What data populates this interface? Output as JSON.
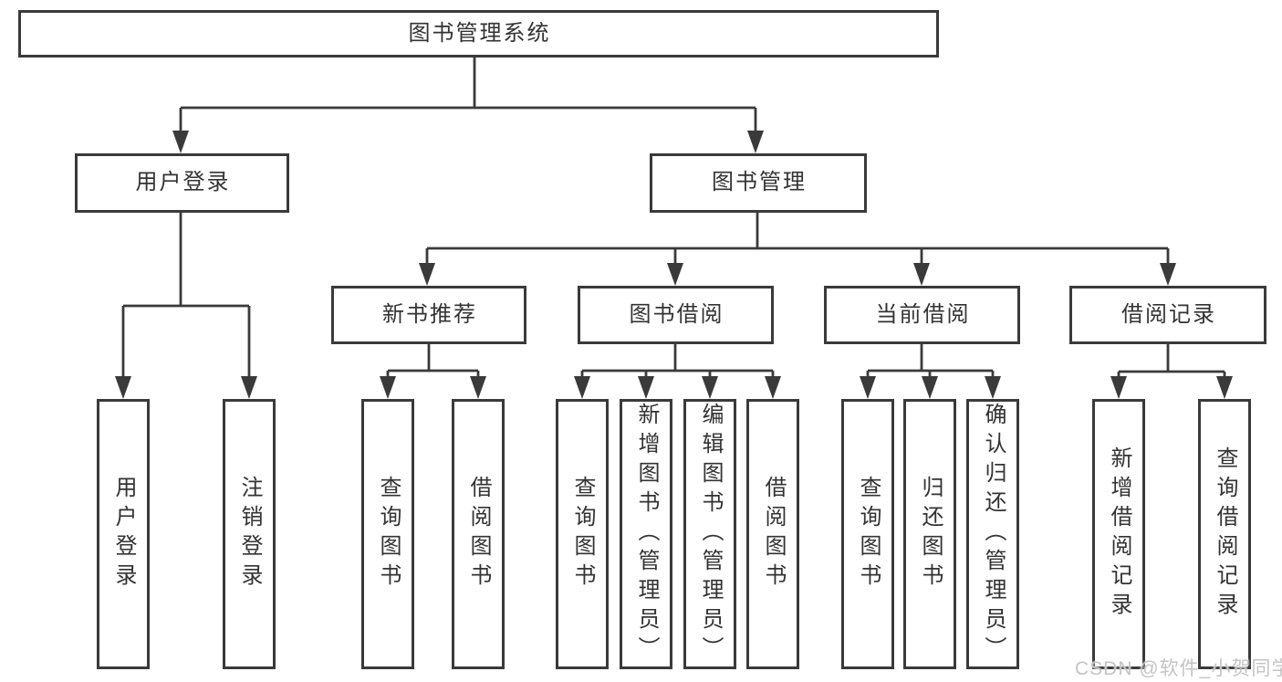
{
  "colors": {
    "line": "#3a3a3a",
    "text": "#333333",
    "background": "#ffffff",
    "watermark": "#c4c4c4"
  },
  "watermark": {
    "text": "CSDN @软件_小贺同学"
  },
  "tree": {
    "label": "图书管理系统",
    "children": [
      {
        "label": "用户登录",
        "children": [
          {
            "label": "用户登录"
          },
          {
            "label": "注销登录"
          }
        ]
      },
      {
        "label": "图书管理",
        "children": [
          {
            "label": "新书推荐",
            "children": [
              {
                "label": "查询图书"
              },
              {
                "label": "借阅图书"
              }
            ]
          },
          {
            "label": "图书借阅",
            "children": [
              {
                "label": "查询图书"
              },
              {
                "label": "新增图书（管理员）"
              },
              {
                "label": "编辑图书（管理员）"
              },
              {
                "label": "借阅图书"
              }
            ]
          },
          {
            "label": "当前借阅",
            "children": [
              {
                "label": "查询图书"
              },
              {
                "label": "归还图书"
              },
              {
                "label": "确认归还（管理员）"
              }
            ]
          },
          {
            "label": "借阅记录",
            "children": [
              {
                "label": "新增借阅记录"
              },
              {
                "label": "查询借阅记录"
              }
            ]
          }
        ]
      }
    ]
  }
}
